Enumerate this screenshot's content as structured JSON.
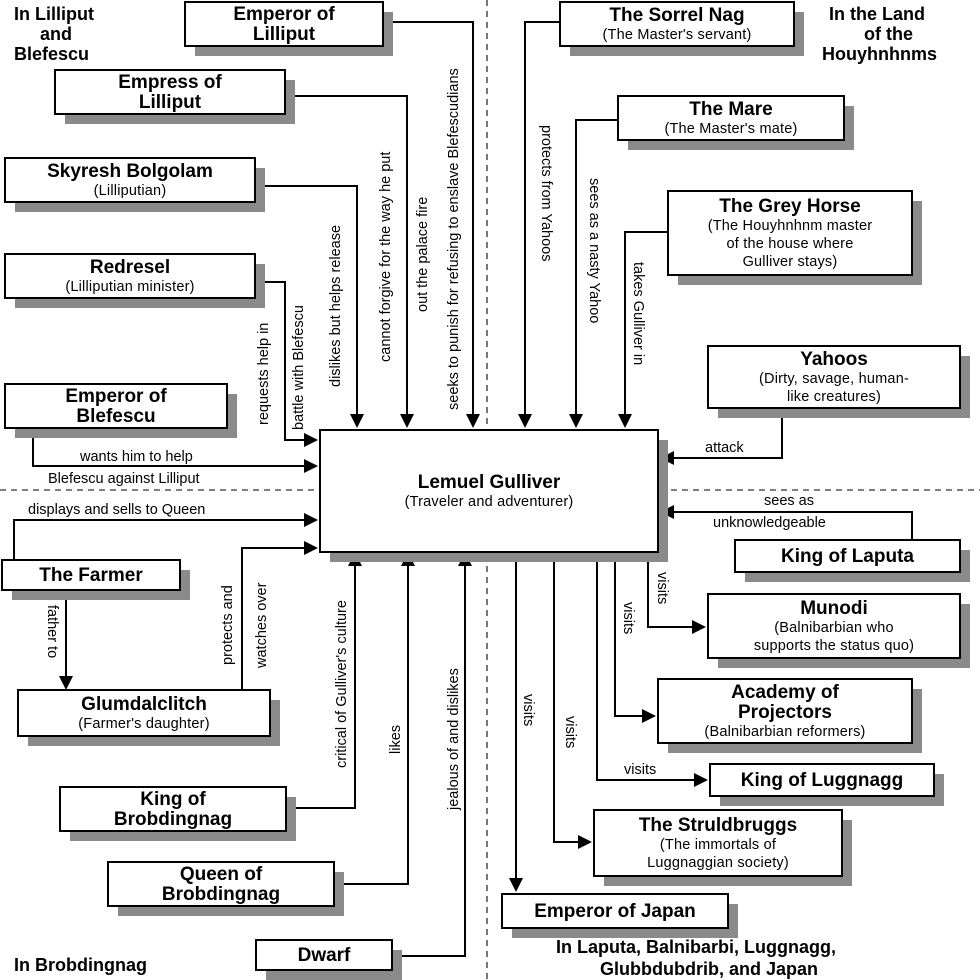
{
  "regions": {
    "lilliput": [
      "In Lilliput",
      "and",
      "Blefescu"
    ],
    "houyhnhnms": [
      "In the Land",
      "of the",
      "Houyhnhnms"
    ],
    "brobdingnag": [
      "In Brobdingnag"
    ],
    "laputa": [
      "In Laputa, Balnibarbi, Luggnagg,",
      "Glubbdubdrib, and Japan"
    ]
  },
  "nodes": {
    "gulliver": {
      "name": [
        "Lemuel Gulliver"
      ],
      "sub": [
        "(Traveler and adventurer)"
      ]
    },
    "emperor_lilliput": {
      "name": [
        "Emperor of",
        "Lilliput"
      ],
      "sub": []
    },
    "empress_lilliput": {
      "name": [
        "Empress of",
        "Lilliput"
      ],
      "sub": []
    },
    "skyresh": {
      "name": [
        "Skyresh Bolgolam"
      ],
      "sub": [
        "(Lilliputian)"
      ]
    },
    "redresel": {
      "name": [
        "Redresel"
      ],
      "sub": [
        "(Lilliputian minister)"
      ]
    },
    "emperor_blefescu": {
      "name": [
        "Emperor of",
        "Blefescu"
      ],
      "sub": []
    },
    "sorrel_nag": {
      "name": [
        "The Sorrel Nag"
      ],
      "sub": [
        "(The Master's servant)"
      ]
    },
    "mare": {
      "name": [
        "The Mare"
      ],
      "sub": [
        "(The Master's mate)"
      ]
    },
    "grey_horse": {
      "name": [
        "The Grey Horse"
      ],
      "sub": [
        "(The Houyhnhnm master",
        "of the house where",
        "Gulliver stays)"
      ]
    },
    "yahoos": {
      "name": [
        "Yahoos"
      ],
      "sub": [
        "(Dirty, savage, human-",
        "like creatures)"
      ]
    },
    "king_laputa": {
      "name": [
        "King of Laputa"
      ],
      "sub": []
    },
    "munodi": {
      "name": [
        "Munodi"
      ],
      "sub": [
        "(Balnibarbian who",
        "supports the status quo)"
      ]
    },
    "academy": {
      "name": [
        "Academy of",
        "Projectors"
      ],
      "sub": [
        "(Balnibarbian reformers)"
      ]
    },
    "king_luggnagg": {
      "name": [
        "King of Luggnagg"
      ],
      "sub": []
    },
    "struldbruggs": {
      "name": [
        "The Struldbruggs"
      ],
      "sub": [
        "(The immortals of",
        "Luggnaggian society)"
      ]
    },
    "emperor_japan": {
      "name": [
        "Emperor of Japan"
      ],
      "sub": []
    },
    "farmer": {
      "name": [
        "The Farmer"
      ],
      "sub": []
    },
    "glumdalclitch": {
      "name": [
        "Glumdalclitch"
      ],
      "sub": [
        "(Farmer's daughter)"
      ]
    },
    "king_brobdingnag": {
      "name": [
        "King of",
        "Brobdingnag"
      ],
      "sub": []
    },
    "queen_brobdingnag": {
      "name": [
        "Queen of",
        "Brobdingnag"
      ],
      "sub": []
    },
    "dwarf": {
      "name": [
        "Dwarf"
      ],
      "sub": []
    }
  },
  "edges": {
    "emperor_lilliput": [
      "seeks to punish for refusing to enslave Blefescudians"
    ],
    "empress_lilliput": [
      "cannot forgive for the way he put",
      "out the palace fire"
    ],
    "skyresh": [
      "dislikes but helps release"
    ],
    "redresel": [
      "requests help in",
      "battle with Blefescu"
    ],
    "emperor_blefescu": [
      "wants him to help",
      "Blefescu against Lilliput"
    ],
    "sorrel_nag": [
      "protects from Yahoos"
    ],
    "mare": [
      "sees as a nasty Yahoo"
    ],
    "grey_horse": [
      "takes Gulliver in"
    ],
    "yahoos": [
      "attack"
    ],
    "king_laputa": [
      "sees as",
      "unknowledgeable"
    ],
    "munodi": [
      "visits"
    ],
    "academy": [
      "visits"
    ],
    "king_luggnagg": [
      "visits"
    ],
    "struldbruggs": [
      "visits"
    ],
    "emperor_japan": [
      "visits"
    ],
    "farmer_queen": [
      "displays and sells to Queen"
    ],
    "farmer_glum": [
      "father to"
    ],
    "glumdalclitch": [
      "protects and",
      "watches over"
    ],
    "king_brobdingnag": [
      "critical of Gulliver's culture"
    ],
    "queen_brobdingnag": [
      "likes"
    ],
    "dwarf": [
      "jealous of and dislikes"
    ]
  }
}
